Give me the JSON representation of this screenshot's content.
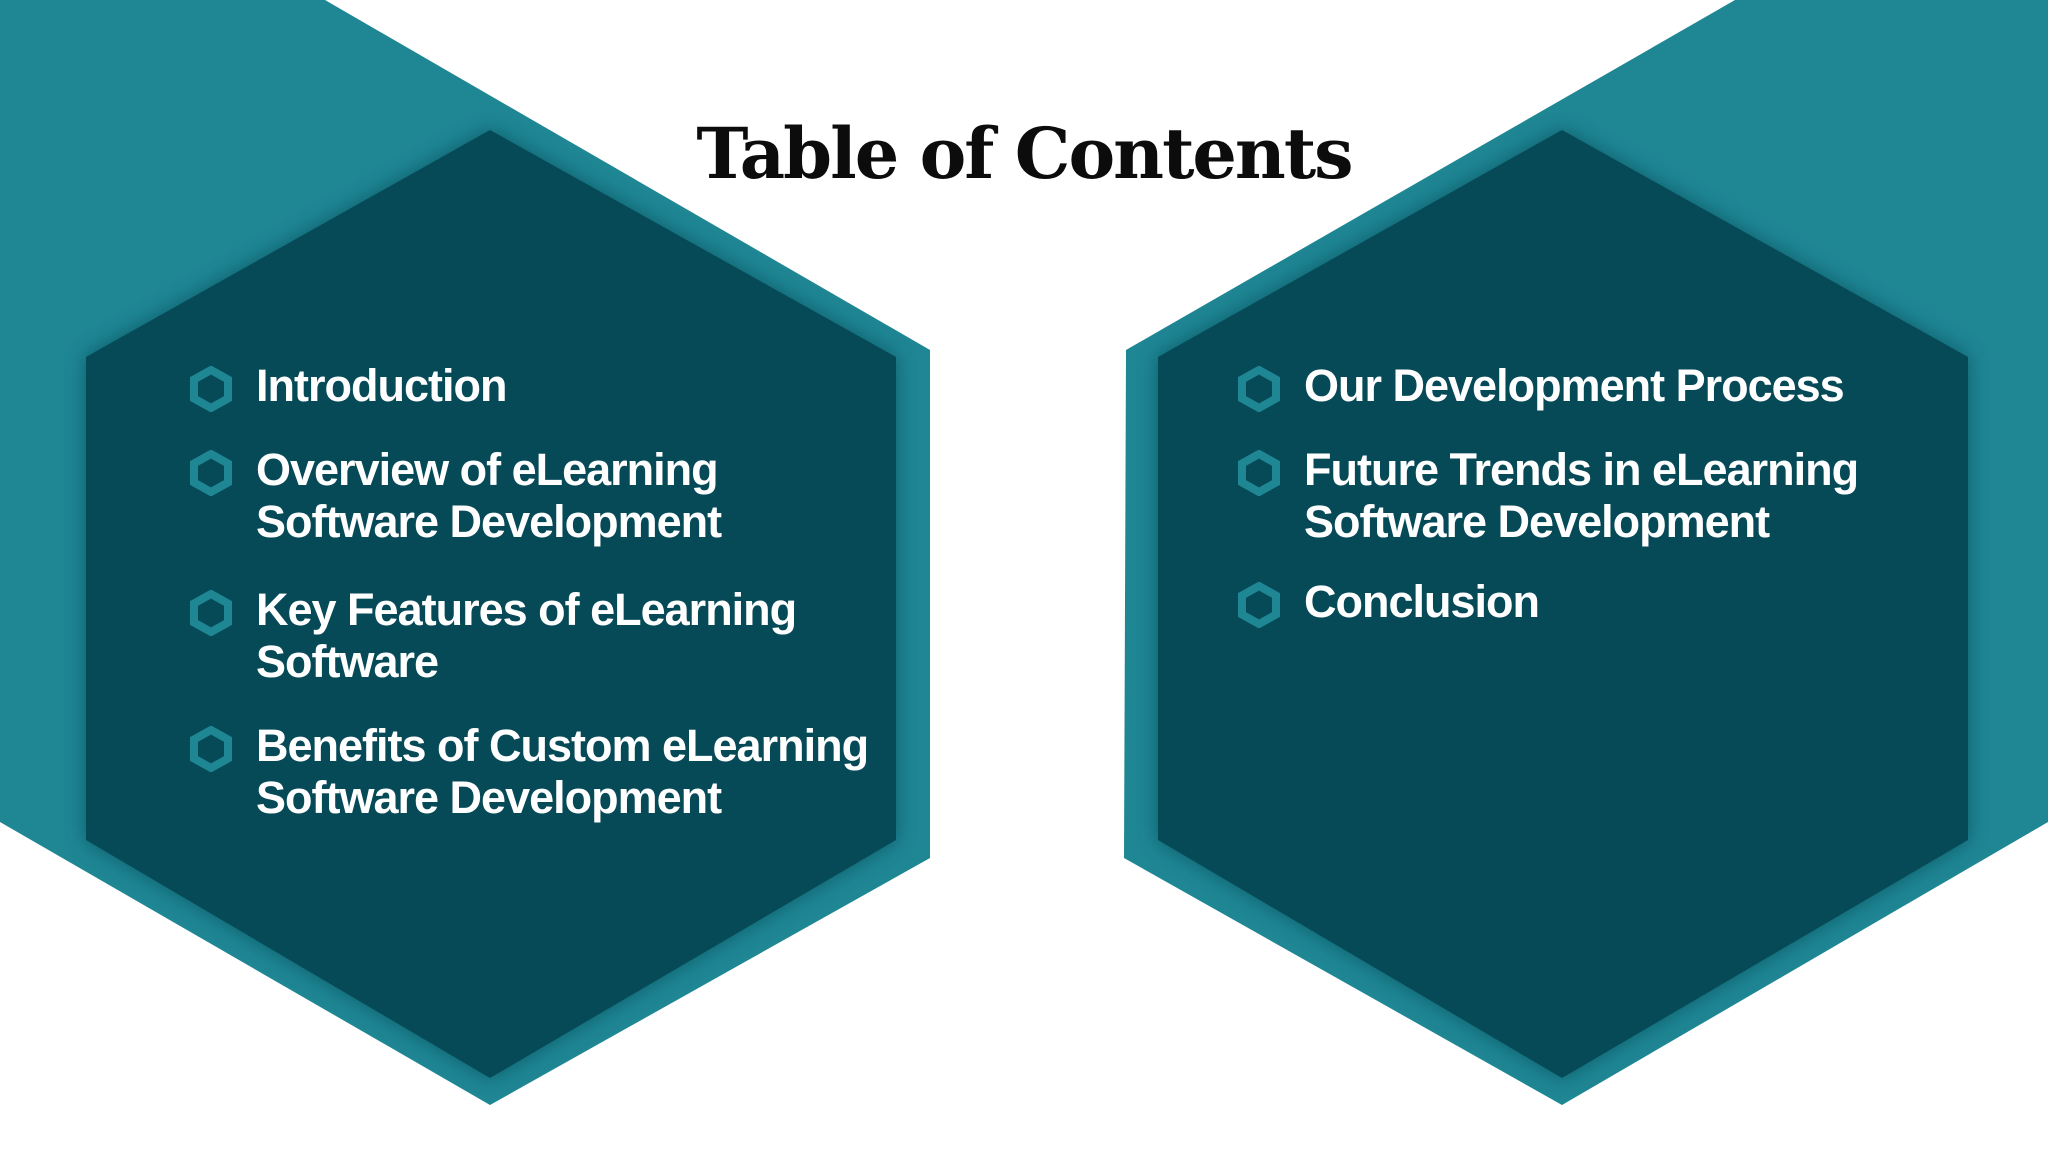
{
  "title": "Table of Contents",
  "colors": {
    "teal": "#1f8694",
    "dark_teal": "#064a58",
    "bullet": "#1f8694",
    "background": "#ffffff"
  },
  "left_column": {
    "items": [
      {
        "label": "Introduction",
        "icon": "hexagon-bullet-icon"
      },
      {
        "label": "Overview of eLearning Software Development",
        "icon": "hexagon-bullet-icon"
      },
      {
        "label": "Key Features of eLearning Software",
        "icon": "hexagon-bullet-icon"
      },
      {
        "label": "Benefits of Custom eLearning Software Development",
        "icon": "hexagon-bullet-icon"
      }
    ]
  },
  "right_column": {
    "items": [
      {
        "label": "Our Development Process",
        "icon": "hexagon-bullet-icon"
      },
      {
        "label": "Future Trends in eLearning Software Development",
        "icon": "hexagon-bullet-icon"
      },
      {
        "label": "Conclusion",
        "icon": "hexagon-bullet-icon"
      }
    ]
  }
}
